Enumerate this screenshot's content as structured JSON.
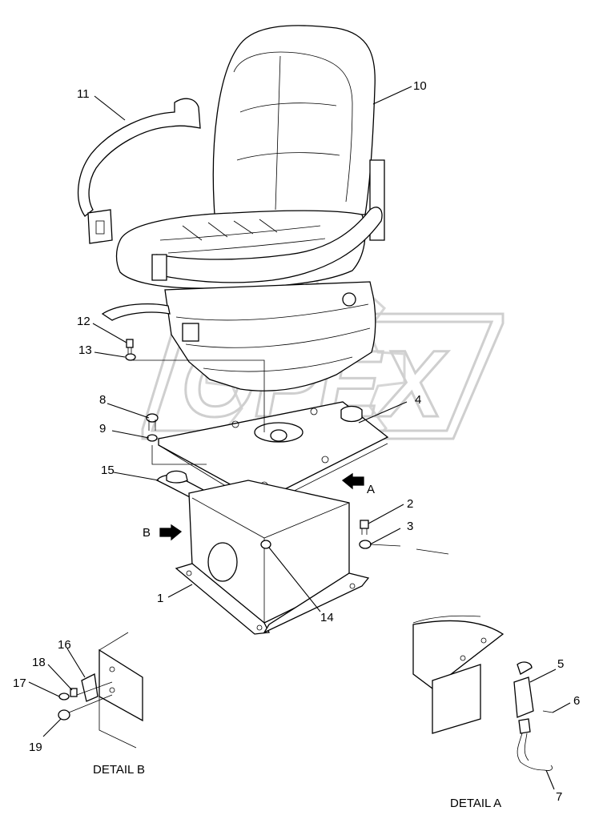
{
  "callouts": {
    "c1": "1",
    "c2": "2",
    "c3": "3",
    "c4": "4",
    "c5": "5",
    "c6": "6",
    "c7": "7",
    "c8": "8",
    "c9": "9",
    "c10": "10",
    "c11": "11",
    "c12": "12",
    "c13": "13",
    "c14": "14",
    "c15": "15",
    "c16": "16",
    "c17": "17",
    "c18": "18",
    "c19": "19"
  },
  "view_arrows": {
    "a": "A",
    "b": "B"
  },
  "details": {
    "detail_a": "DETAIL A",
    "detail_b": "DETAIL B"
  },
  "watermark": {
    "text": "OPEX"
  }
}
